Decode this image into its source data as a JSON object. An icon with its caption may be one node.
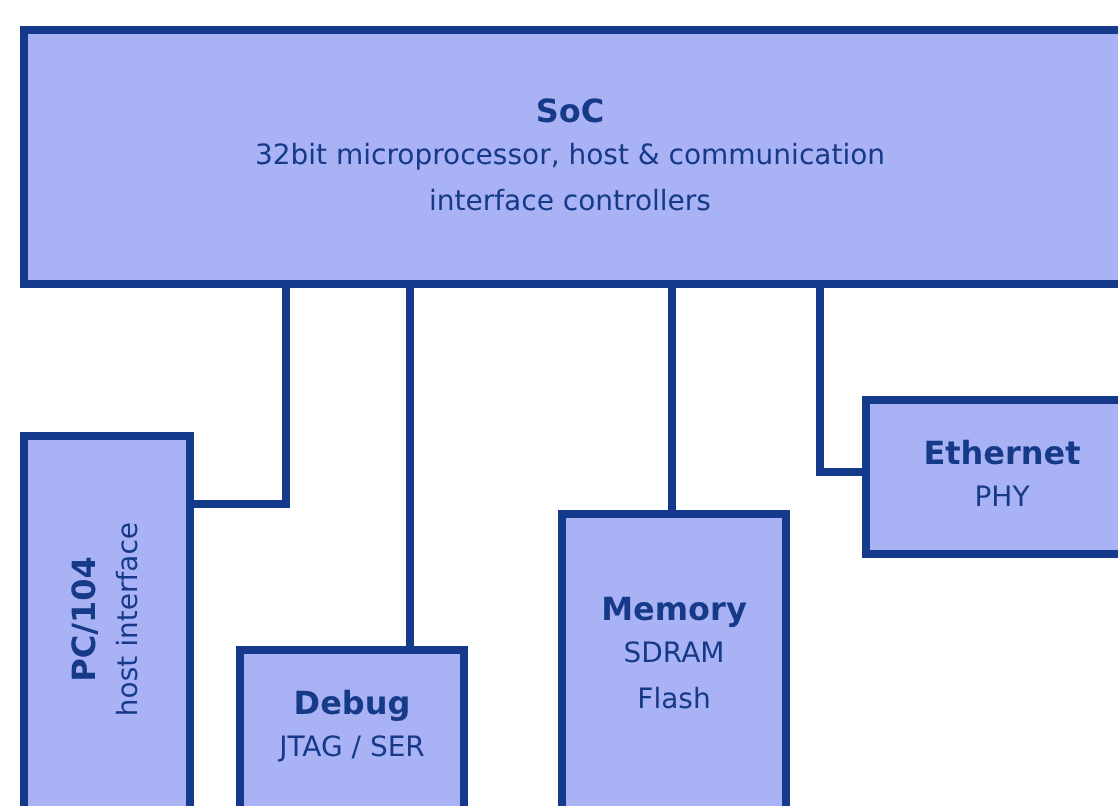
{
  "diagram": {
    "nodes": [
      {
        "text": [
          "SoC",
          "32bit microprocessor, host & communication interface controllers"
        ]
      },
      {
        "text": [
          "PC/104",
          "host interface"
        ]
      },
      {
        "text": [
          "Debug",
          "JTAG / SER"
        ]
      },
      {
        "text": [
          "Memory",
          "SDRAM Flash"
        ]
      },
      {
        "text": [
          "Ethernet",
          "PHY"
        ]
      }
    ],
    "edges": [
      {
        "from": 0,
        "to": 1,
        "arrow": "none"
      },
      {
        "from": 0,
        "to": 2,
        "arrow": "none"
      },
      {
        "from": 0,
        "to": 3,
        "arrow": "none"
      },
      {
        "from": 0,
        "to": 4,
        "arrow": "none"
      }
    ]
  }
}
